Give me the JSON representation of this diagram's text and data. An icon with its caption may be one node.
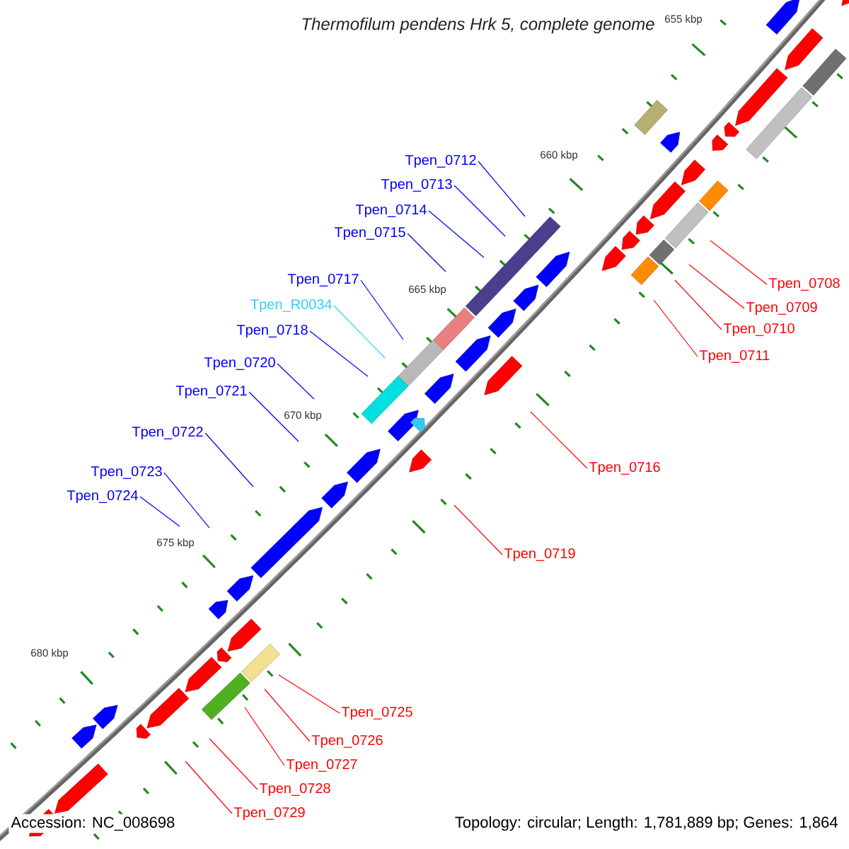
{
  "diagram": {
    "title": "Thermofilum pendens Hrk 5, complete genome",
    "nodes": [
      {
        "text": [
          "Tpen_0712"
        ]
      },
      {
        "text": [
          "Tpen_0713"
        ]
      },
      {
        "text": [
          "Tpen_0714"
        ]
      },
      {
        "text": [
          "Tpen_0715"
        ]
      },
      {
        "text": [
          "Tpen_0717"
        ]
      },
      {
        "text": [
          "Tpen_0708"
        ]
      },
      {
        "text": [
          "Tpen_R0034"
        ]
      },
      {
        "text": [
          "Tpen_0709"
        ]
      },
      {
        "text": [
          "Tpen_0710"
        ]
      },
      {
        "text": [
          "Tpen_0718"
        ]
      },
      {
        "text": [
          "Tpen_0711"
        ]
      },
      {
        "text": [
          "Tpen_0720"
        ]
      },
      {
        "text": [
          "Tpen_0721"
        ]
      },
      {
        "text": [
          "Tpen_0722"
        ]
      },
      {
        "text": [
          "Tpen_0716"
        ]
      },
      {
        "text": [
          "Tpen_0723"
        ]
      },
      {
        "text": [
          "Tpen_0724"
        ]
      },
      {
        "text": [
          "Tpen_0719"
        ]
      },
      {
        "text": [
          "Tpen_0725"
        ]
      },
      {
        "text": [
          "Tpen_0726"
        ]
      },
      {
        "text": [
          "Tpen_0727"
        ]
      },
      {
        "text": [
          "Tpen_0728"
        ]
      },
      {
        "text": [
          "Tpen_0729"
        ]
      }
    ],
    "edges": [
      {
        "from": 0,
        "to": null,
        "arrow": "none",
        "color": "#0000ff"
      },
      {
        "from": 1,
        "to": null,
        "arrow": "none",
        "color": "#0000ff"
      },
      {
        "from": 2,
        "to": null,
        "arrow": "none",
        "color": "#0000ff"
      },
      {
        "from": 3,
        "to": null,
        "arrow": "none",
        "color": "#0000ff"
      },
      {
        "from": 4,
        "to": null,
        "arrow": "none",
        "color": "#0000ff"
      },
      {
        "from": 5,
        "to": null,
        "arrow": "none",
        "color": "#ff0000"
      },
      {
        "from": 6,
        "to": null,
        "arrow": "none",
        "color": "#33ccff"
      },
      {
        "from": 7,
        "to": null,
        "arrow": "none",
        "color": "#ff0000"
      },
      {
        "from": 8,
        "to": null,
        "arrow": "none",
        "color": "#ff0000"
      },
      {
        "from": 9,
        "to": null,
        "arrow": "none",
        "color": "#0000ff"
      },
      {
        "from": 10,
        "to": null,
        "arrow": "none",
        "color": "#ff0000"
      },
      {
        "from": 11,
        "to": null,
        "arrow": "none",
        "color": "#0000ff"
      },
      {
        "from": 12,
        "to": null,
        "arrow": "none",
        "color": "#0000ff"
      },
      {
        "from": 13,
        "to": null,
        "arrow": "none",
        "color": "#0000ff"
      },
      {
        "from": 14,
        "to": null,
        "arrow": "none",
        "color": "#ff0000"
      },
      {
        "from": 15,
        "to": null,
        "arrow": "none",
        "color": "#0000ff"
      },
      {
        "from": 16,
        "to": null,
        "arrow": "none",
        "color": "#0000ff"
      },
      {
        "from": 17,
        "to": null,
        "arrow": "none",
        "color": "#ff0000"
      },
      {
        "from": 18,
        "to": null,
        "arrow": "none",
        "color": "#ff0000"
      },
      {
        "from": 19,
        "to": null,
        "arrow": "none",
        "color": "#ff0000"
      },
      {
        "from": 20,
        "to": null,
        "arrow": "none",
        "color": "#ff0000"
      },
      {
        "from": 21,
        "to": null,
        "arrow": "none",
        "color": "#ff0000"
      },
      {
        "from": 22,
        "to": null,
        "arrow": "none",
        "color": "#ff0000"
      }
    ],
    "labels": [
      "655 kbp",
      "660 kbp",
      "665 kbp",
      "670 kbp",
      "675 kbp",
      "680 kbp",
      "Accession: NC_008698",
      "Topology: circular; Length: 1,781,889 bp; Genes: 1,864"
    ]
  }
}
